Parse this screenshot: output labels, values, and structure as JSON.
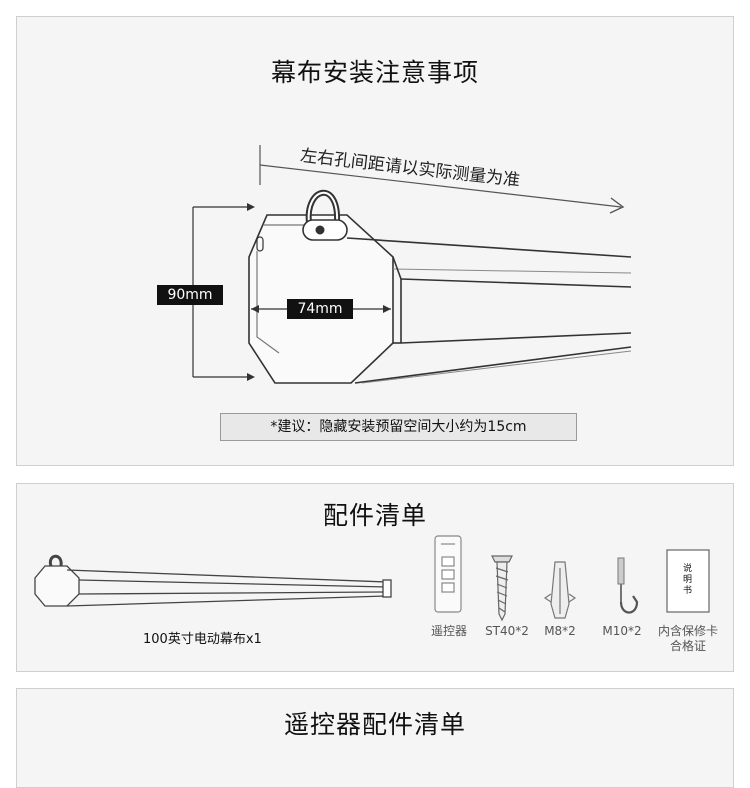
{
  "install": {
    "title": "幕布安装注意事项",
    "hole_note": "左右孔间距请以实际测量为准",
    "height_label": "90mm",
    "width_label": "74mm",
    "suggestion": "*建议：隐藏安装预留空间大小约为15cm"
  },
  "parts": {
    "title": "配件清单",
    "screen_label": "100英寸电动幕布x1",
    "manual_text": "说明书",
    "items": [
      {
        "label": "遥控器",
        "icon": "remote-control-icon"
      },
      {
        "label": "ST40*2",
        "icon": "screw-icon"
      },
      {
        "label": "M8*2",
        "icon": "wall-anchor-icon"
      },
      {
        "label": "M10*2",
        "icon": "hook-bolt-icon"
      },
      {
        "label": "内含保修卡\n合格证",
        "icon": "manual-icon"
      }
    ]
  },
  "remote": {
    "title": "遥控器配件清单"
  }
}
